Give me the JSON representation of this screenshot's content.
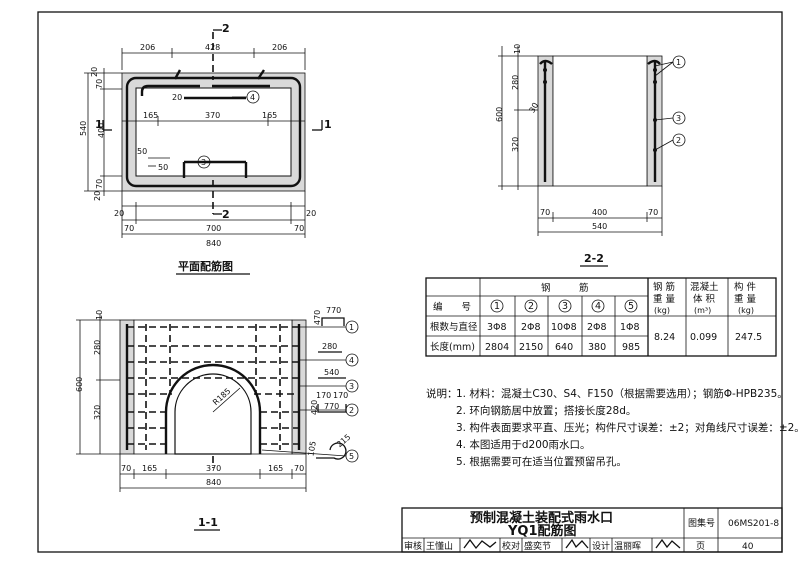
{
  "plan": {
    "title": "平面配筋图",
    "dims_top": [
      "206",
      "428",
      "206"
    ],
    "dims_left": [
      "20",
      "70",
      "400",
      "70",
      "20"
    ],
    "dim_left_total": "540",
    "dims_mid": [
      "165",
      "370",
      "165"
    ],
    "dims_bottom_1": [
      "20",
      "20"
    ],
    "dims_bottom_2": [
      "70",
      "700",
      "70"
    ],
    "dim_bottom_total": "840",
    "small_dims": [
      "20",
      "50",
      "50",
      "20"
    ],
    "callouts": [
      "4",
      "3"
    ],
    "section_marks": [
      "1",
      "1",
      "2",
      "2"
    ]
  },
  "section22": {
    "title": "2-2",
    "dims_left": [
      "10",
      "280",
      "600",
      "320"
    ],
    "small_dim": "30",
    "dims_bottom_1": [
      "70",
      "400",
      "70"
    ],
    "dim_bottom_total": "540",
    "callouts": [
      "1",
      "3",
      "2"
    ]
  },
  "section11": {
    "title": "1-1",
    "dims_left": [
      "10",
      "280",
      "600",
      "320"
    ],
    "dims_bottom_1": [
      "70",
      "165",
      "370",
      "165",
      "70"
    ],
    "dim_bottom_total": "840",
    "radius_label": "R185",
    "callouts": [
      "1",
      "4",
      "3",
      "2",
      "5"
    ],
    "bar_details": [
      {
        "dims": [
          "770",
          "470"
        ]
      },
      {
        "dims": [
          "280"
        ]
      },
      {
        "dims": [
          "540"
        ]
      },
      {
        "dims": [
          "170",
          "170",
          "770",
          "420"
        ]
      },
      {
        "dims": [
          "105",
          "215"
        ]
      }
    ]
  },
  "table": {
    "header_group": "钢　　　筋",
    "row_labels": [
      "编　　号",
      "根数与直径",
      "长度(mm)"
    ],
    "ids": [
      "1",
      "2",
      "3",
      "4",
      "5"
    ],
    "counts": [
      "3Φ8",
      "2Φ8",
      "10Φ8",
      "2Φ8",
      "1Φ8"
    ],
    "lengths": [
      "2804",
      "2150",
      "640",
      "380",
      "985"
    ],
    "col_headers": [
      {
        "lines": [
          "钢 筋",
          "重 量",
          "(kg)"
        ]
      },
      {
        "lines": [
          "混凝土",
          "体 积",
          "(m³)"
        ]
      },
      {
        "lines": [
          "构 件",
          "重 量",
          "(kg)"
        ]
      }
    ],
    "values": [
      "8.24",
      "0.099",
      "247.5"
    ]
  },
  "notes": {
    "prefix": "说明：",
    "items": [
      "1. 材料：混凝土C30、S4、F150（根据需要选用）；钢筋Φ-HPB235。",
      "2. 环向钢筋居中放置；搭接长度28d。",
      "3. 构件表面要求平直、压光；构件尺寸误差：±2；对角线尺寸误差：±2。",
      "4. 本图适用于d200雨水口。",
      "5. 根据需要可在适当位置预留吊孔。"
    ]
  },
  "titleblock": {
    "title_line1": "预制混凝土装配式雨水口",
    "title_line2": "YQ1配筋图",
    "atlas_label": "图集号",
    "atlas_no": "06MS201-8",
    "review_label": "审核",
    "review_name": "王懂山",
    "check_label": "校对",
    "check_name": "盛奕节",
    "design_label": "设计",
    "design_name": "温丽晖",
    "page_label": "页",
    "page_no": "40"
  }
}
